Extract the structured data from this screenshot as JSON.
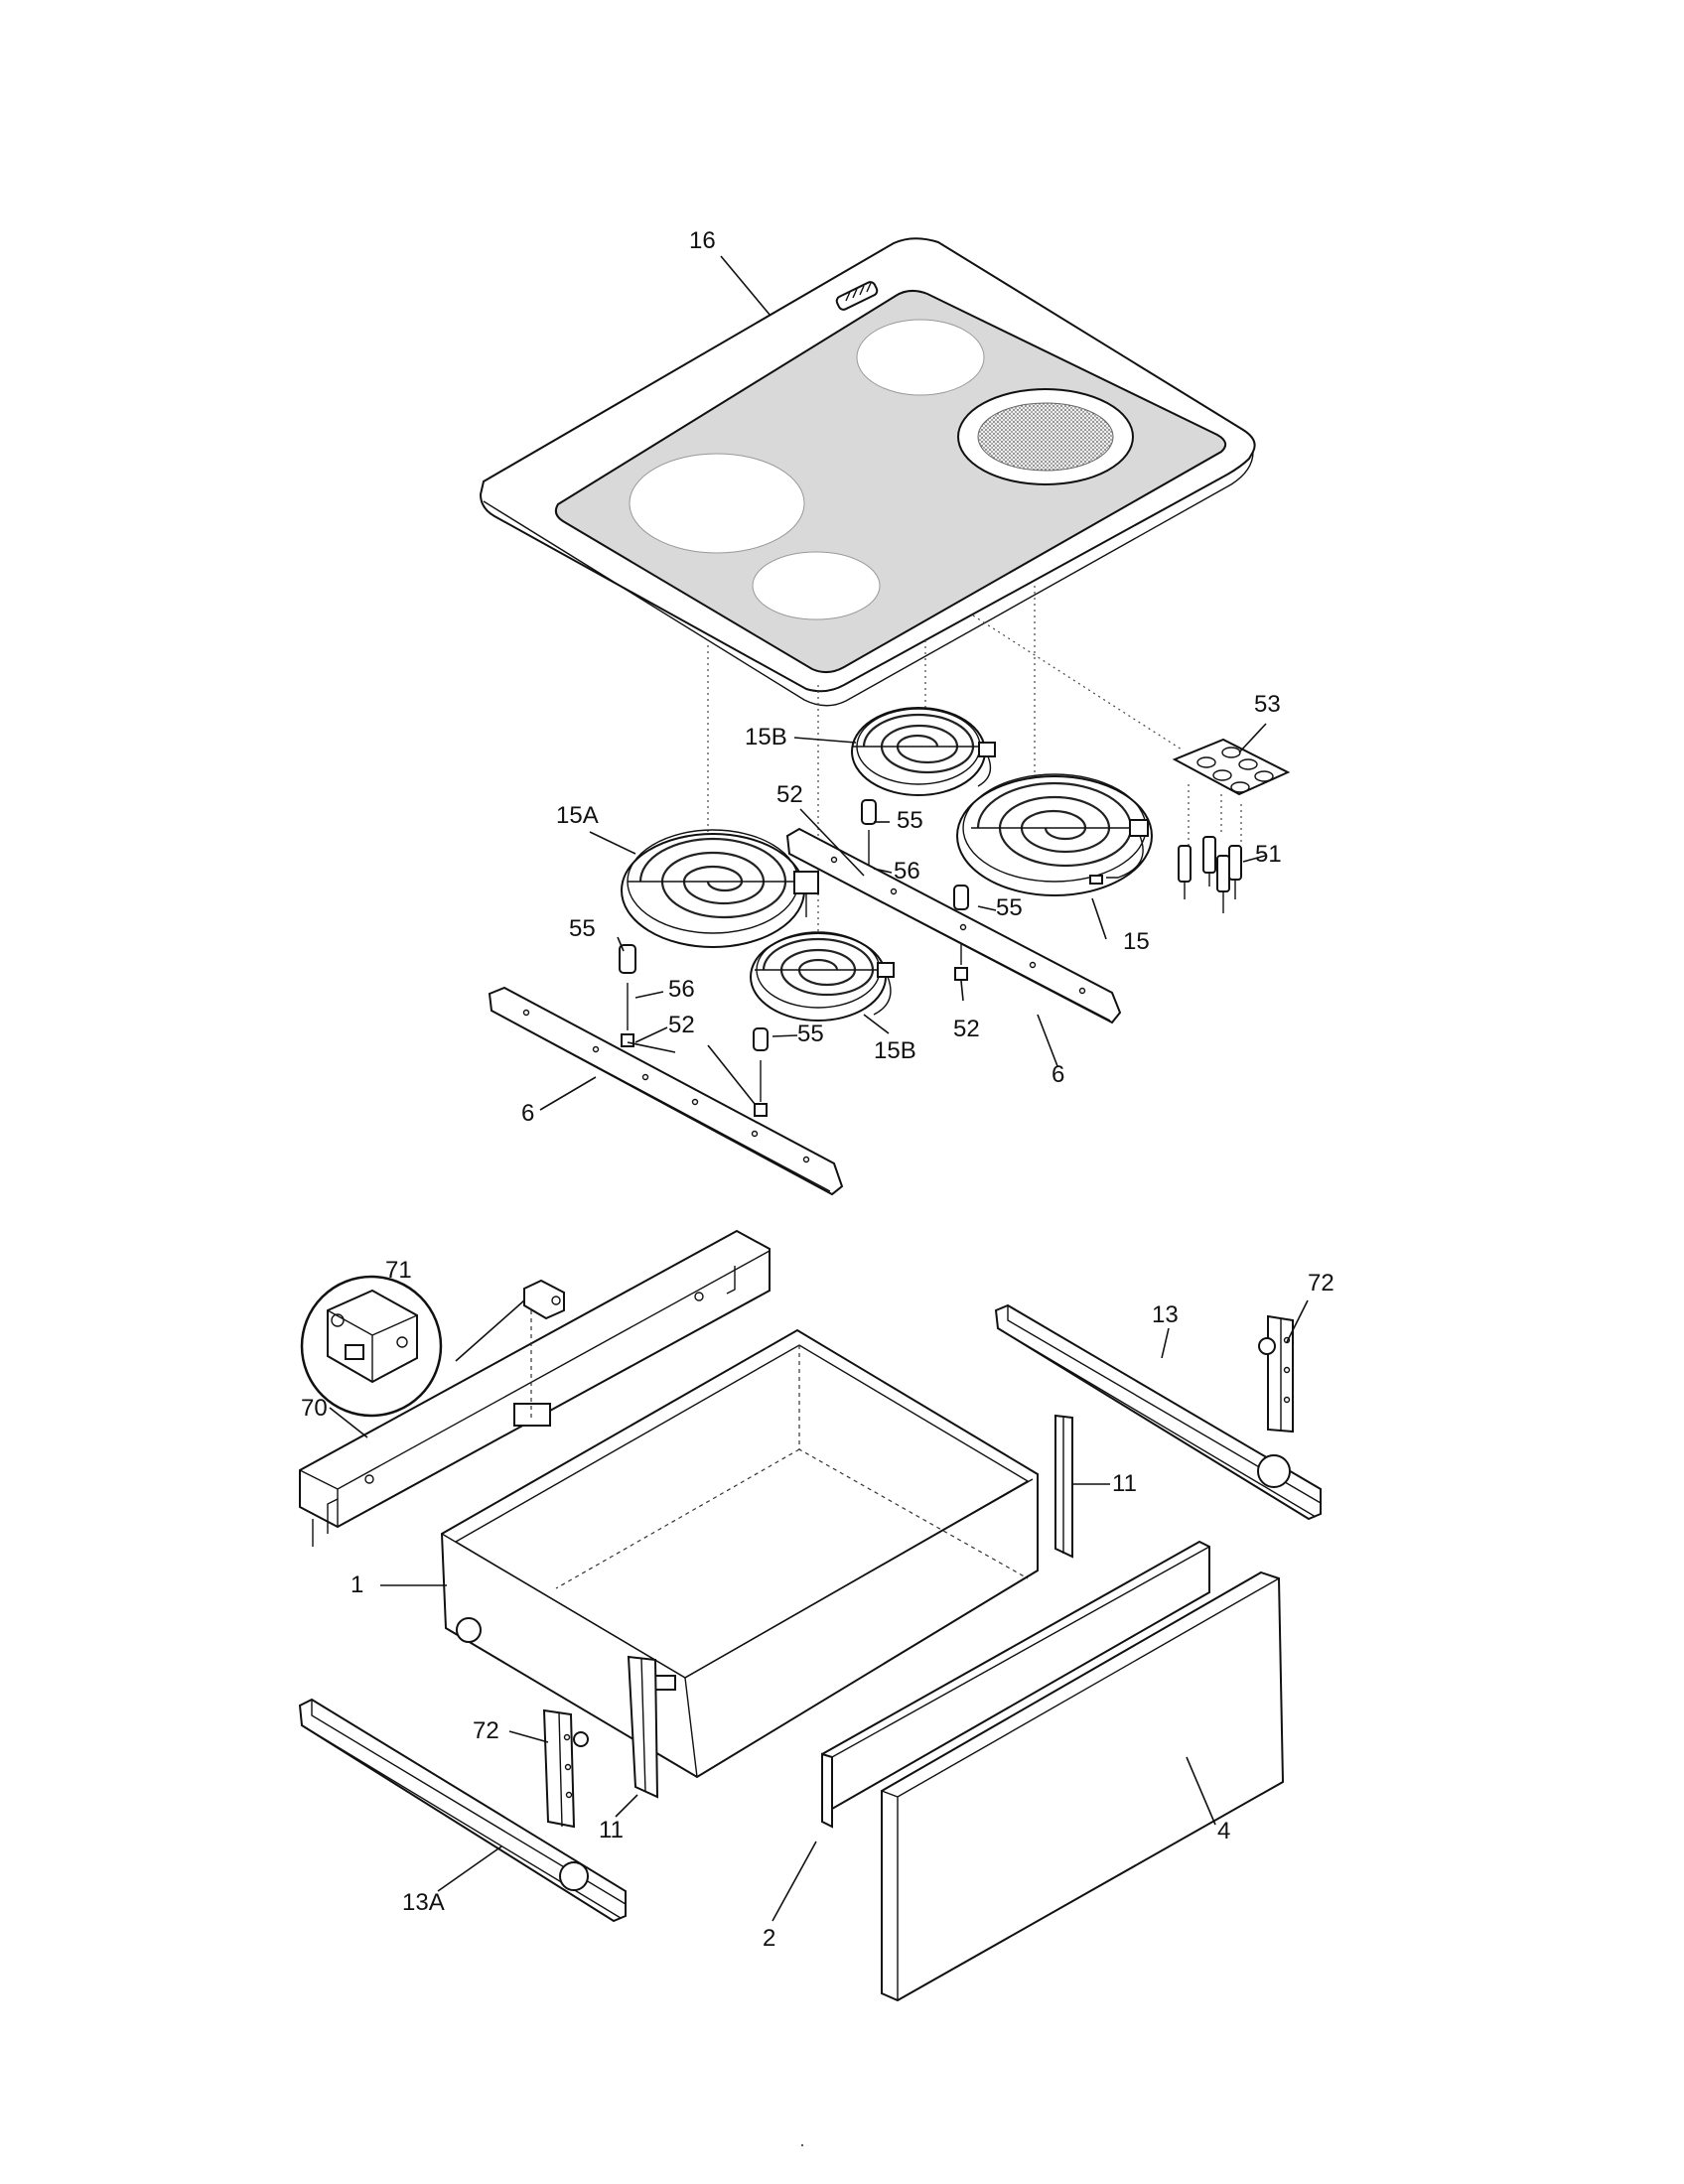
{
  "callouts": {
    "c16": "16",
    "c15B_top": "15B",
    "c53": "53",
    "c52_top": "52",
    "c55_top": "55",
    "c15A": "15A",
    "c56_top": "56",
    "c51": "51",
    "c55_right": "55",
    "c15": "15",
    "c55_left": "55",
    "c56_left": "56",
    "c52_left": "52",
    "c55_mid": "55",
    "c15B_bottom": "15B",
    "c52_right": "52",
    "c6_right": "6",
    "c6_left": "6",
    "c71": "71",
    "c72_top": "72",
    "c13": "13",
    "c70": "70",
    "c11_right": "11",
    "c1": "1",
    "c72_bottom": "72",
    "c11_bottom": "11",
    "c4": "4",
    "c13A": "13A",
    "c2": "2"
  }
}
